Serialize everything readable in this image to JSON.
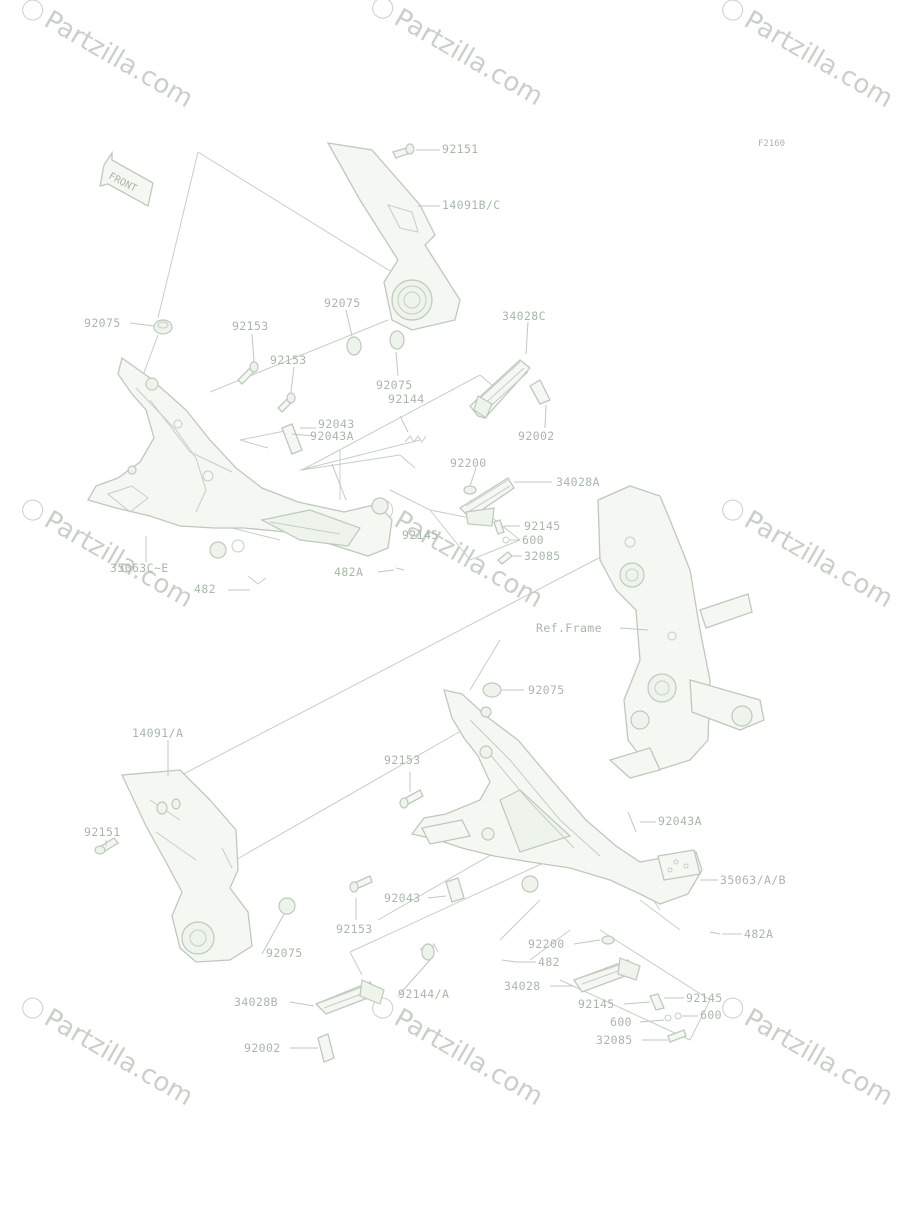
{
  "figure_code": "F2160",
  "front_label": "FRONT",
  "watermark": "Partzilla.com",
  "callouts": {
    "c92151_top": "92151",
    "c14091bc": "14091B/C",
    "c92075_a": "92075",
    "c92075_b": "92075",
    "c92075_c": "92075",
    "c92153_a": "92153",
    "c92153_b": "92153",
    "c34028c": "34028C",
    "c92144": "92144",
    "c92043": "92043",
    "c92043a_top": "92043A",
    "c92002_top": "92002",
    "c92200_top": "92200",
    "c34028a": "34028A",
    "c92145_top": "92145",
    "c92145_left": "92145",
    "c600_top": "600",
    "c32085_top": "32085",
    "c35063ce": "35063C~E",
    "c482_top": "482",
    "c482a_top": "482A",
    "c_ref_frame": "Ref.Frame",
    "c92075_mid": "92075",
    "c14091a": "14091/A",
    "c92153_mid": "92153",
    "c92151_bot": "92151",
    "c92043a_bot": "92043A",
    "c35063ab": "35063/A/B",
    "c92043_bot": "92043",
    "c92153_bot": "92153",
    "c92075_bot": "92075",
    "c482a_bot": "482A",
    "c92200_bot": "92200",
    "c482_bot": "482",
    "c34028": "34028",
    "c34028b": "34028B",
    "c92144a": "92144/A",
    "c92145_bl": "92145",
    "c92145_br": "92145",
    "c600_bl": "600",
    "c600_br": "600",
    "c32085_bot": "32085",
    "c92002_bot": "92002"
  }
}
